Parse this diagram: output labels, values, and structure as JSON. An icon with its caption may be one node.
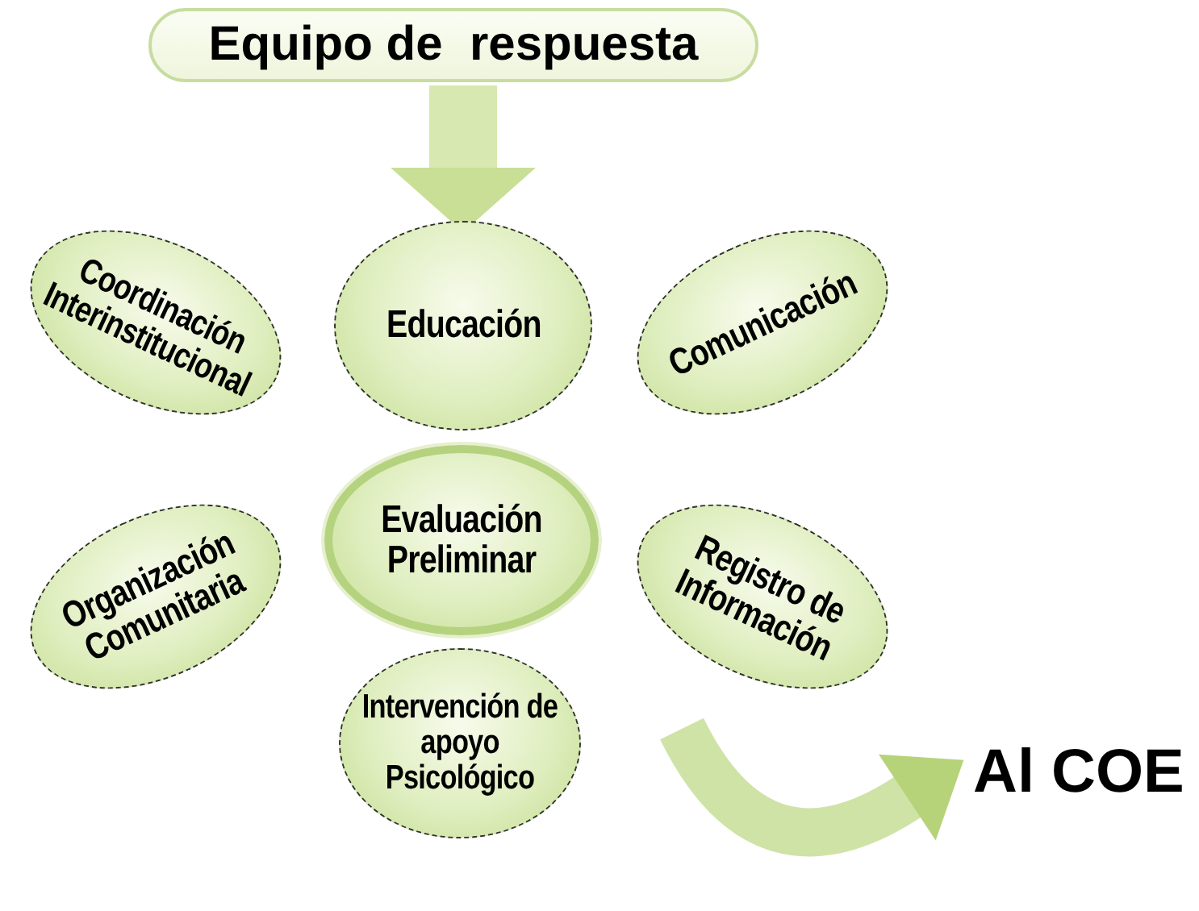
{
  "diagram": {
    "nodes": [
      {
        "text": [
          "Equipo de  respuesta"
        ]
      },
      {
        "text": [
          "Evaluación Preliminar"
        ]
      },
      {
        "text": [
          "Educación"
        ]
      },
      {
        "text": [
          "Comunicación"
        ]
      },
      {
        "text": [
          "Registro de Información"
        ]
      },
      {
        "text": [
          "Intervención de apoyo Psicológico"
        ]
      },
      {
        "text": [
          "Organización Comunitaria"
        ]
      },
      {
        "text": [
          "Coordinación Interinstitucional"
        ]
      },
      {
        "text": [
          "Al COE"
        ]
      }
    ],
    "edges": [
      {
        "from": 0,
        "to": 2,
        "arrow": "to"
      },
      {
        "from": 4,
        "to": 8,
        "arrow": "to"
      }
    ]
  }
}
